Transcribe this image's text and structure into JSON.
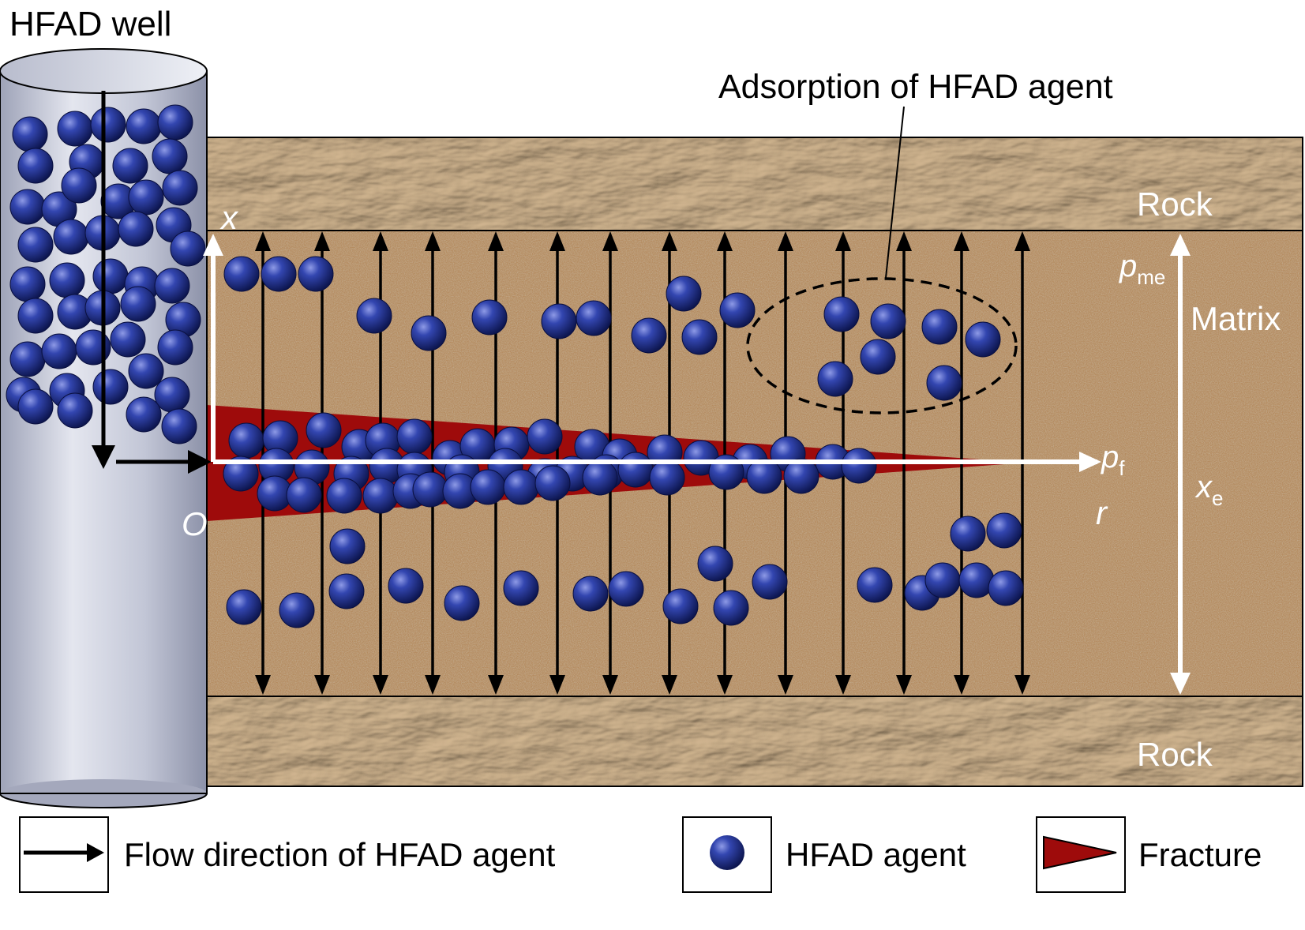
{
  "title": "HFAD well",
  "annotation": "Adsorption of HFAD agent",
  "rock_top_label": "Rock",
  "rock_bottom_label": "Rock",
  "matrix_label": "Matrix",
  "axis": {
    "x_label": "x",
    "r_label": "r",
    "origin_label": "O",
    "pme_main": "p",
    "pme_sub": "me",
    "pf_main": "p",
    "pf_sub": "f",
    "xe_main": "x",
    "xe_sub": "e"
  },
  "legend": {
    "flow_label": "Flow direction of HFAD agent",
    "agent_label": "HFAD agent",
    "fracture_label": "Fracture"
  },
  "colors": {
    "rock": "#b89a72",
    "matrix": "#b48a5e",
    "fracture": "#9e0b0b",
    "agent": "#2b3a9a",
    "well": "#c8cbd8",
    "arrow": "#000000",
    "axis": "#ffffff"
  }
}
